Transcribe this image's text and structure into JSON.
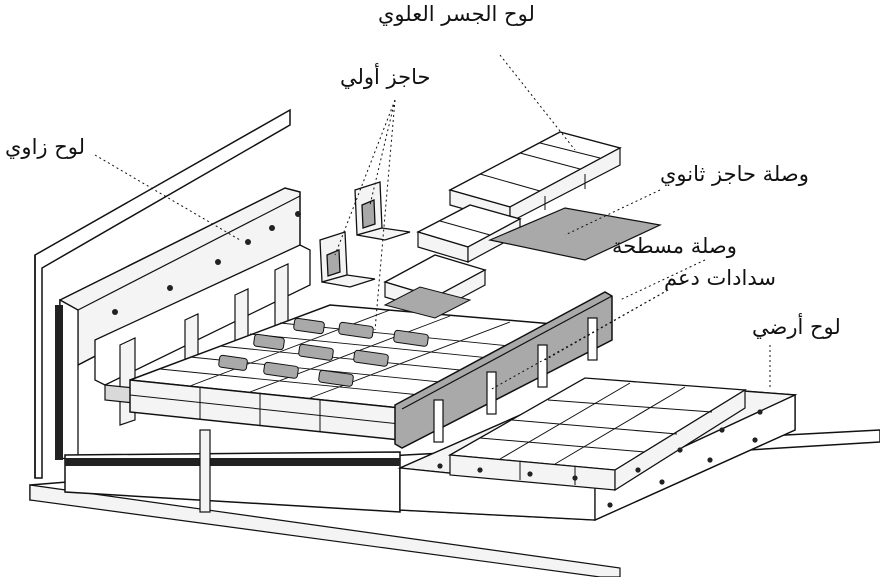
{
  "labels": {
    "top_bridge_panel": "لوح الجسر العلوي",
    "primary_barrier": "حاجز أولي",
    "corner_panel": "لوح زاوي",
    "secondary_barrier_joint": "وصلة حاجز ثانوي",
    "flat_joint": "وصلة مسطحة",
    "support_plugs": "سدادات دعم",
    "floor_panel": "لوح أرضي"
  },
  "colors": {
    "line": "#111111",
    "light_fill": "#f4f4f4",
    "mid_fill": "#d9d9d9",
    "dark_fill": "#a9a9a9",
    "bolt_fill": "#222222"
  }
}
